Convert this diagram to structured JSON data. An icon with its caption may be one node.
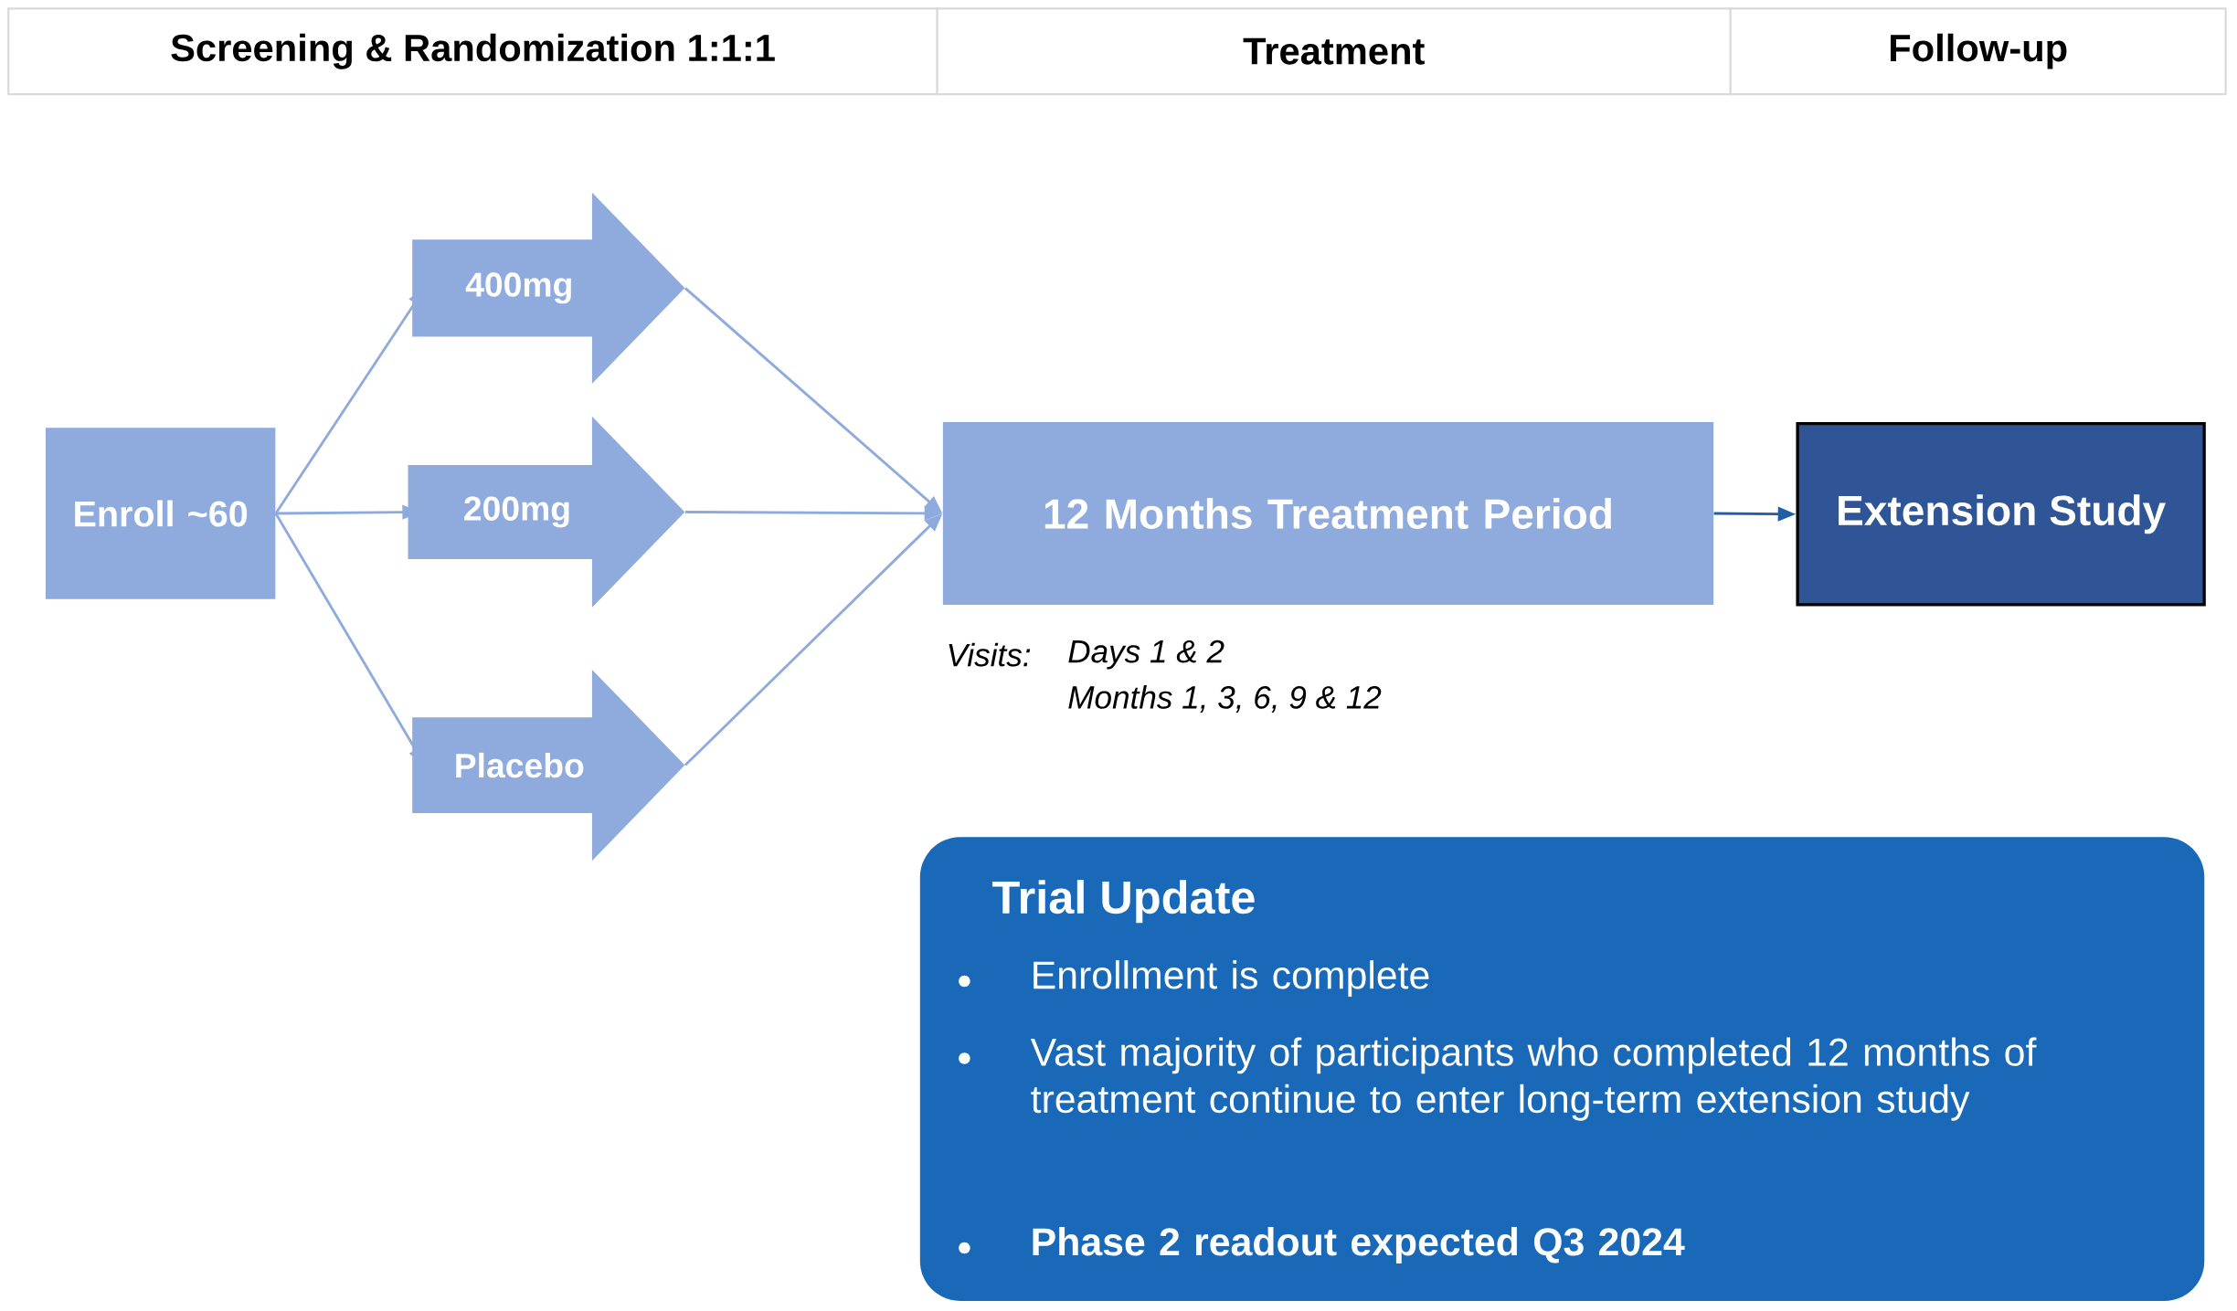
{
  "diagram": {
    "nodes": [
      {
        "text": [
          "Screening & Randomization 1:1:1"
        ]
      },
      {
        "text": [
          "Treatment"
        ]
      },
      {
        "text": [
          "Follow-up"
        ]
      },
      {
        "text": [
          "Enroll ~60"
        ]
      },
      {
        "text": [
          "400mg"
        ]
      },
      {
        "text": [
          "200mg"
        ]
      },
      {
        "text": [
          "Placebo"
        ]
      },
      {
        "text": [
          "12 Months Treatment Period"
        ],
        "beside": [
          "Visits:",
          "Days 1 & 2",
          "Months 1, 3, 6, 9 & 12"
        ]
      },
      {
        "text": [
          "Extension Study"
        ]
      },
      {
        "text": [
          "Trial Update",
          "Enrollment is complete",
          "Vast majority of participants who completed 12 months of treatment continue to enter long-term extension study",
          "Phase 2 readout expected Q3 2024"
        ]
      }
    ],
    "edges": [
      {
        "from": 3,
        "to": 4,
        "arrow": "to"
      },
      {
        "from": 3,
        "to": 5,
        "arrow": "to"
      },
      {
        "from": 3,
        "to": 6,
        "arrow": "to"
      },
      {
        "from": 4,
        "to": 7,
        "arrow": "to"
      },
      {
        "from": 5,
        "to": 7,
        "arrow": "to"
      },
      {
        "from": 6,
        "to": 7,
        "arrow": "to"
      },
      {
        "from": 7,
        "to": 8,
        "arrow": "to",
        "color": "#1f5fa8"
      }
    ]
  }
}
